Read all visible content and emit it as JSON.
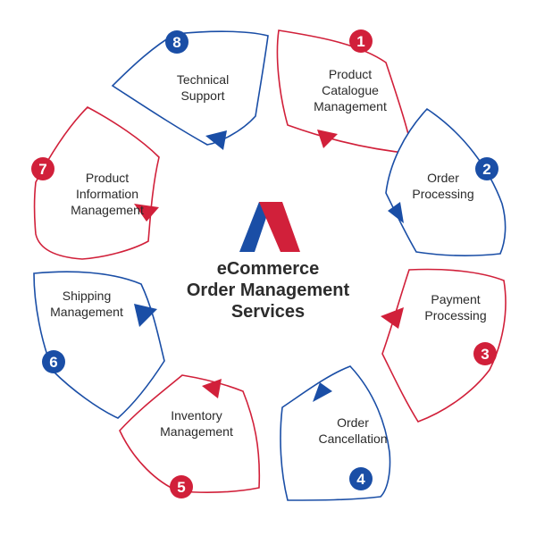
{
  "title": {
    "line1": "eCommerce",
    "line2": "Order Management",
    "line3": "Services"
  },
  "colors": {
    "red": "#d1203a",
    "blue": "#1a4ea6"
  },
  "logo": "red-blue-A-logo-icon",
  "services": [
    {
      "number": "1",
      "label": "Product\nCatalogue\nManagement",
      "color": "red"
    },
    {
      "number": "2",
      "label": "Order\nProcessing",
      "color": "blue"
    },
    {
      "number": "3",
      "label": "Payment\nProcessing",
      "color": "red"
    },
    {
      "number": "4",
      "label": "Order\nCancellation",
      "color": "blue"
    },
    {
      "number": "5",
      "label": "Inventory\nManagement",
      "color": "red"
    },
    {
      "number": "6",
      "label": "Shipping\nManagement",
      "color": "blue"
    },
    {
      "number": "7",
      "label": "Product\nInformation\nManagement",
      "color": "red"
    },
    {
      "number": "8",
      "label": "Technical\nSupport",
      "color": "blue"
    }
  ]
}
